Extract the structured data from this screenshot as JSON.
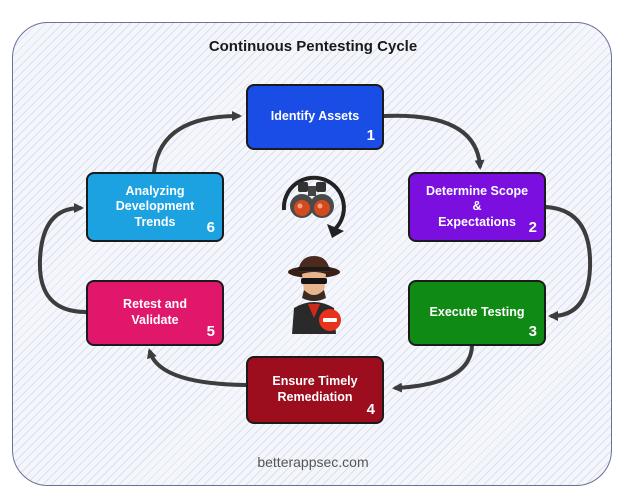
{
  "title": "Continuous Pentesting Cycle",
  "footer": "betterappsec.com",
  "steps": [
    {
      "label": "Identify Assets",
      "number": "1",
      "color": "#1a4de6"
    },
    {
      "label": "Determine Scope &\nExpectations",
      "number": "2",
      "color": "#7a0fe0"
    },
    {
      "label": "Execute Testing",
      "number": "3",
      "color": "#0f8a14"
    },
    {
      "label": "Ensure Timely\nRemediation",
      "number": "4",
      "color": "#9c0d1e"
    },
    {
      "label": "Retest and Validate",
      "number": "5",
      "color": "#e0176a"
    },
    {
      "label": "Analyzing\nDevelopment\nTrends",
      "number": "6",
      "color": "#1ca2e0"
    }
  ],
  "icons": {
    "center_top": "binoculars-cycle-icon",
    "center_bottom": "hacker-icon"
  },
  "colors": {
    "arrow": "#3d3d3d",
    "panel_border": "#6c6f9a"
  }
}
